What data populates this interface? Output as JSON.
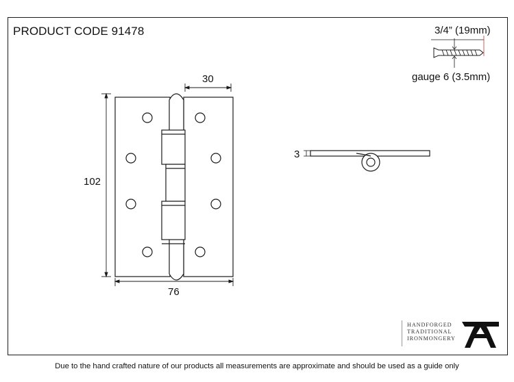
{
  "product_code": "PRODUCT CODE 91478",
  "screw": {
    "length": "3/4” (19mm)",
    "gauge": "gauge 6 (3.5mm)"
  },
  "dimensions": {
    "pin_width": "30",
    "height": "102",
    "width": "76",
    "thickness": "3"
  },
  "brand": {
    "line1": "HANDFORGED",
    "line2": "TRADITIONAL",
    "line3": "IRONMONGERY",
    "logo_icon": "anvil-icon"
  },
  "footer": "Due to the hand crafted nature of our products all measurements are approximate and should be used as a guide only",
  "colors": {
    "line": "#1a1a1a",
    "accent_red": "#c0392b"
  }
}
